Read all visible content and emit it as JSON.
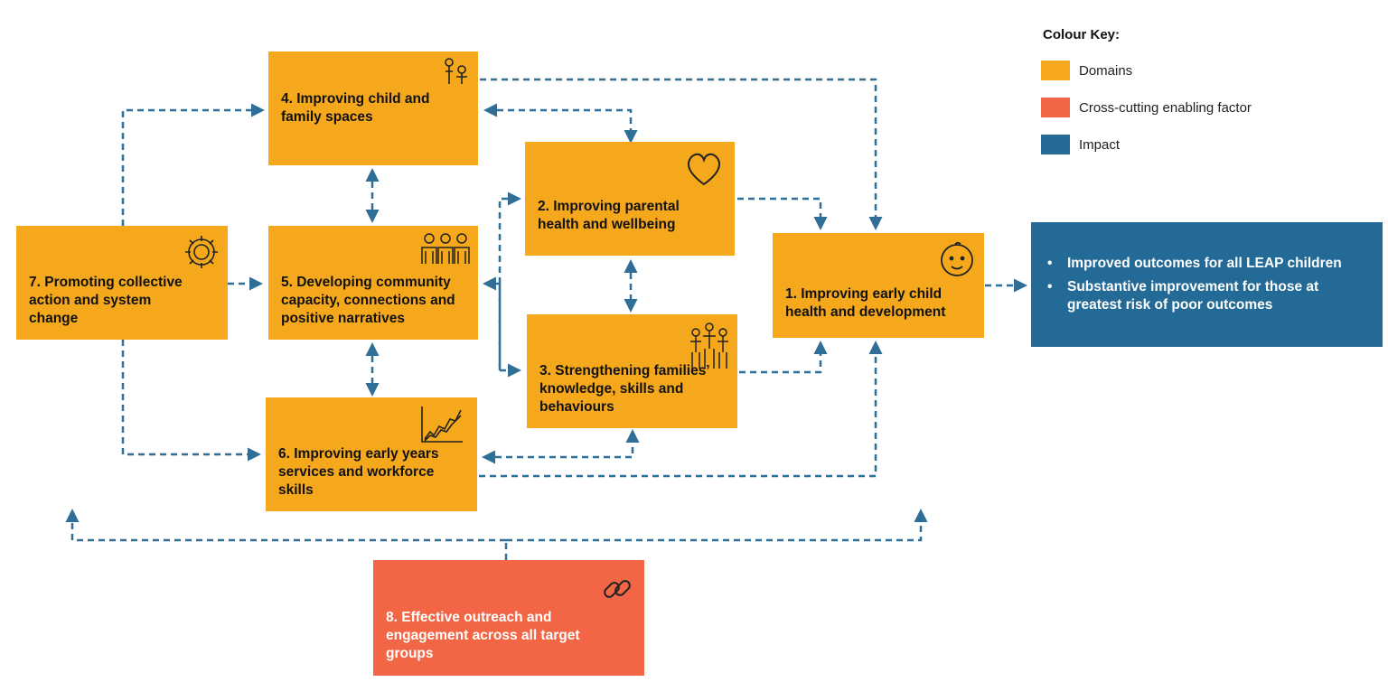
{
  "colors": {
    "domain": "#F5A81C",
    "enabling": "#F26645",
    "impact": "#246A96",
    "connector": "#2F6E96"
  },
  "colour_key": {
    "title": "Colour Key:",
    "items": [
      {
        "label": "Domains",
        "color": "#F5A81C"
      },
      {
        "label": "Cross-cutting enabling factor",
        "color": "#F26645"
      },
      {
        "label": "Impact",
        "color": "#246A96"
      }
    ]
  },
  "boxes": {
    "b1": {
      "label": "1. Improving early child health and development",
      "icon": "baby-face-icon"
    },
    "b2": {
      "label": "2. Improving parental health and wellbeing",
      "icon": "heart-icon"
    },
    "b3": {
      "label": "3. Strengthening families’ knowledge, skills and behaviours",
      "icon": "family-group-icon"
    },
    "b4": {
      "label": "4. Improving child and family spaces",
      "icon": "playing-child-icon"
    },
    "b5": {
      "label": "5. Developing community capacity, connections and positive narratives",
      "icon": "community-people-icon"
    },
    "b6": {
      "label": "6. Improving early years services and workforce skills",
      "icon": "line-chart-icon"
    },
    "b7": {
      "label": "7. Promoting collective action and system change",
      "icon": "gear-icon"
    },
    "b8": {
      "label": "8. Effective outreach and engagement across all target groups",
      "icon": "chain-link-icon"
    }
  },
  "impact": {
    "items": [
      "Improved outcomes for all LEAP children",
      "Substantive improvement for those at greatest risk of poor outcomes"
    ]
  }
}
